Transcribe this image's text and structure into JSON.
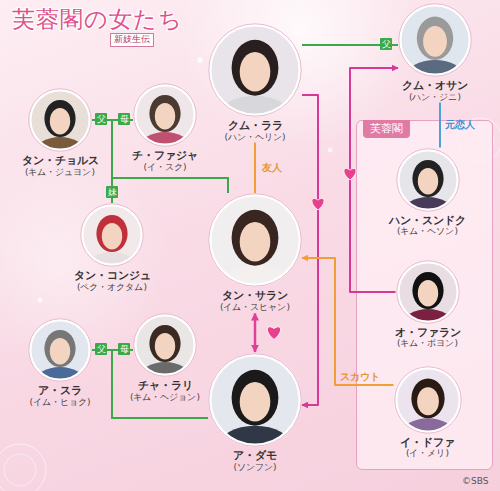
{
  "diagram": {
    "title": "芙蓉閣の女たち",
    "nodes": [
      {
        "text": [
          "クム・ララ",
          "(ハン・ヘリン)"
        ]
      },
      {
        "text": [
          "クム・オサン",
          "(ハン・ジニ)"
        ]
      },
      {
        "text": [
          "タン・チョルス",
          "(キム・ジュヨン)"
        ]
      },
      {
        "text": [
          "チ・ファジャ",
          "(イ・スク)"
        ]
      },
      {
        "text": [
          "芙蓉閣"
        ]
      },
      {
        "text": [
          "ハン・スンドク",
          "(キム・ヘソン)"
        ],
        "in": 4
      },
      {
        "text": [
          "タン・コンジュ",
          "(ペク・オクタム)"
        ]
      },
      {
        "text": [
          "タン・サラン",
          "(イム・スヒャン)"
        ]
      },
      {
        "text": [
          "オ・ファラン",
          "(キム・ボヨン)"
        ],
        "in": 4
      },
      {
        "text": [
          "ア・スラ",
          "(イム・ヒョク)"
        ]
      },
      {
        "text": [
          "チャ・ラリ",
          "(キム・ヘジョン)"
        ]
      },
      {
        "text": [
          "ア・ダモ",
          "(ソンフン)"
        ]
      },
      {
        "text": [
          "イ・ドファ",
          "(イ・メリ)"
        ],
        "in": 4
      }
    ],
    "edges": [
      {
        "from": 0,
        "to": 1,
        "arrow": "none",
        "label": "父"
      },
      {
        "from": 1,
        "to": 5,
        "arrow": "none",
        "label": "元恋人"
      },
      {
        "from": 2,
        "to": 3,
        "arrow": "none"
      },
      {
        "from": 2,
        "to": 6,
        "arrow": "none"
      },
      {
        "from": 2,
        "to": 7,
        "arrow": "none"
      },
      {
        "from": 3,
        "to": 6,
        "arrow": "none"
      },
      {
        "from": 3,
        "to": 7,
        "arrow": "none"
      },
      {
        "from": 0,
        "to": 7,
        "arrow": "none",
        "label": "友人"
      },
      {
        "from": 7,
        "to": 11,
        "arrow": "both"
      },
      {
        "from": 8,
        "to": 1,
        "arrow": "to"
      },
      {
        "from": 0,
        "to": 11,
        "arrow": "to"
      },
      {
        "from": 12,
        "to": 7,
        "arrow": "to",
        "label": "スカウト"
      },
      {
        "from": 9,
        "to": 10,
        "arrow": "none"
      },
      {
        "from": 9,
        "to": 11,
        "arrow": "none"
      },
      {
        "from": 10,
        "to": 11,
        "arrow": "none"
      }
    ],
    "labels": [
      "新妓生伝",
      "父",
      "母",
      "妹",
      "父",
      "母",
      "©SBS"
    ]
  }
}
